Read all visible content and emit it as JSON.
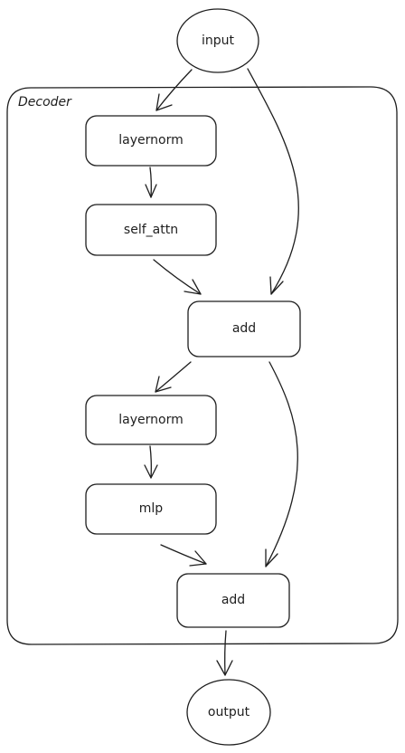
{
  "diagram": {
    "group_label": "Decoder",
    "nodes": {
      "input": "input",
      "layernorm1": "layernorm",
      "self_attn": "self_attn",
      "add1": "add",
      "layernorm2": "layernorm",
      "mlp": "mlp",
      "add2": "add",
      "output": "output"
    },
    "edges": [
      {
        "from": "input",
        "to": "layernorm1"
      },
      {
        "from": "layernorm1",
        "to": "self_attn"
      },
      {
        "from": "self_attn",
        "to": "add1"
      },
      {
        "from": "input",
        "to": "add1"
      },
      {
        "from": "add1",
        "to": "layernorm2"
      },
      {
        "from": "layernorm2",
        "to": "mlp"
      },
      {
        "from": "mlp",
        "to": "add2"
      },
      {
        "from": "add1",
        "to": "add2"
      },
      {
        "from": "add2",
        "to": "output"
      }
    ]
  }
}
